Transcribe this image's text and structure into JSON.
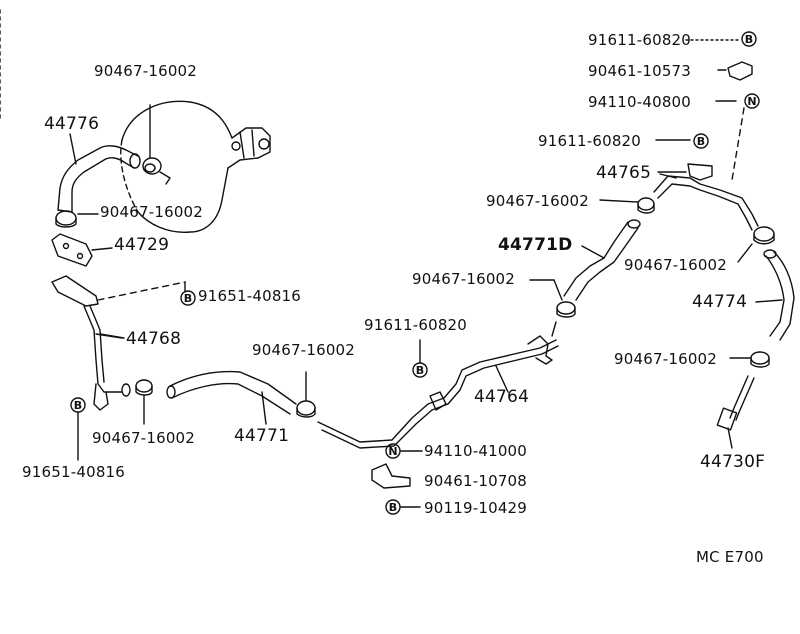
{
  "diagram": {
    "part_labels": {
      "p_44776": "44776",
      "p_90467_a": "90467-16002",
      "p_90467_b": "90467-16002",
      "p_44729": "44729",
      "p_91651_a": "91651-40816",
      "p_44768": "44768",
      "p_90467_c": "90467-16002",
      "p_91651_b": "91651-40816",
      "p_90467_d": "90467-16002",
      "p_44771": "44771",
      "p_91611_a": "91611-60820",
      "p_44764": "44764",
      "p_94110_a": "94110-41000",
      "p_90461_a": "90461-10708",
      "p_90119": "90119-10429",
      "p_90467_e": "90467-16002",
      "p_44771D": "44771D",
      "p_90467_f": "90467-16002",
      "p_91611_b": "91611-60820",
      "p_44765": "44765",
      "p_91611_c": "91611-60820",
      "p_90461_b": "90461-10573",
      "p_94110_b": "94110-40800",
      "p_90467_g": "90467-16002",
      "p_44774": "44774",
      "p_90467_h": "90467-16002",
      "p_44730F": "44730F"
    },
    "symbols": {
      "bolt": "B",
      "nut": "N"
    },
    "figure_code": "MC E700"
  }
}
